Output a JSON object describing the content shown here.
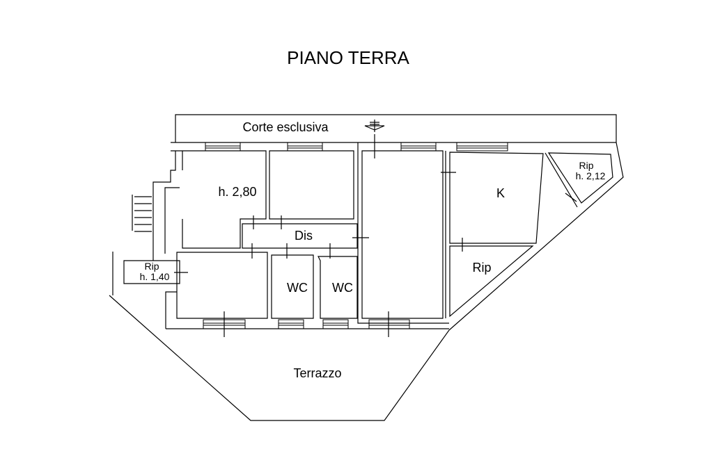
{
  "title": "PIANO TERRA",
  "labels": {
    "corte": "Corte esclusiva",
    "room_height": "h. 2,80",
    "dis": "Dis",
    "wc1": "WC",
    "wc2": "WC",
    "kitchen": "K",
    "rip_bottom": "Rip",
    "rip_small": "Rip",
    "rip_small_h": "h. 2,12",
    "rip_left": "Rip",
    "rip_left_h": "h. 1,40",
    "terrazzo": "Terrazzo"
  }
}
